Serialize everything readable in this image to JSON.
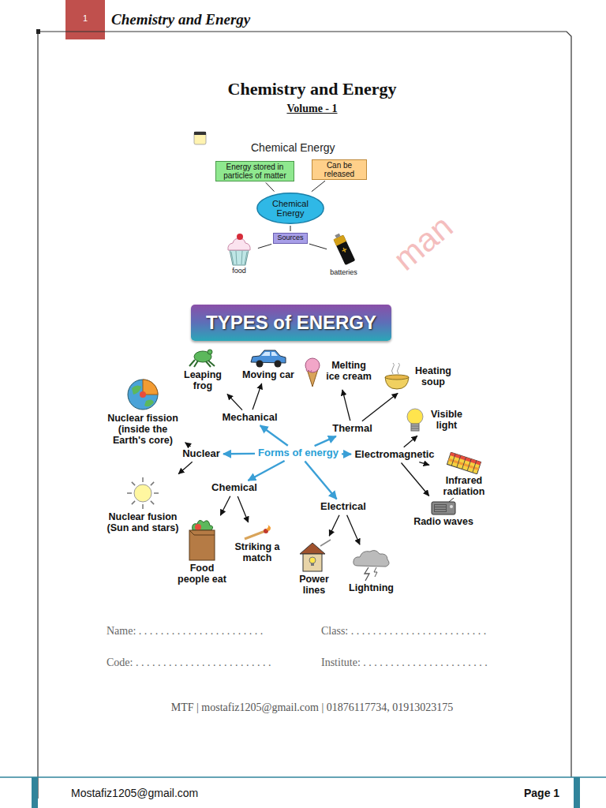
{
  "diagram": {
    "title": "Chemistry and Energy",
    "nodes": [
      {
        "text": [
          "Energy stored in particles of matter"
        ]
      },
      {
        "text": [
          "Can be released"
        ]
      },
      {
        "text": [
          "Chemical Energy"
        ]
      },
      {
        "text": [
          "Sources"
        ]
      },
      {
        "text": [
          "food"
        ]
      },
      {
        "text": [
          "batteries"
        ]
      },
      {
        "text": [
          "TYPES of ENERGY"
        ]
      },
      {
        "text": [
          "Leaping frog"
        ]
      },
      {
        "text": [
          "Moving car"
        ]
      },
      {
        "text": [
          "Melting ice cream"
        ]
      },
      {
        "text": [
          "Heating soup"
        ]
      },
      {
        "text": [
          "Nuclear fission (inside the Earth's core)"
        ]
      },
      {
        "text": [
          "Mechanical"
        ]
      },
      {
        "text": [
          "Thermal"
        ]
      },
      {
        "text": [
          "Visible light"
        ]
      },
      {
        "text": [
          "Nuclear"
        ]
      },
      {
        "text": [
          "Forms of energy"
        ]
      },
      {
        "text": [
          "Electromagnetic"
        ]
      },
      {
        "text": [
          "Infrared radiation"
        ]
      },
      {
        "text": [
          "Chemical"
        ]
      },
      {
        "text": [
          "Electrical"
        ]
      },
      {
        "text": [
          "Radio waves"
        ]
      },
      {
        "text": [
          "Nuclear fusion (Sun and stars)"
        ]
      },
      {
        "text": [
          "Food people eat"
        ]
      },
      {
        "text": [
          "Striking a match"
        ]
      },
      {
        "text": [
          "Power lines"
        ]
      },
      {
        "text": [
          "Lightning"
        ]
      }
    ],
    "edges": [
      {
        "from": 2,
        "to": 0,
        "arrow": "none"
      },
      {
        "from": 2,
        "to": 1,
        "arrow": "none"
      },
      {
        "from": 2,
        "to": 3,
        "arrow": "none"
      },
      {
        "from": 3,
        "to": 4,
        "arrow": "none"
      },
      {
        "from": 3,
        "to": 5,
        "arrow": "none"
      },
      {
        "from": 16,
        "to": 12,
        "arrow": "to"
      },
      {
        "from": 16,
        "to": 13,
        "arrow": "to"
      },
      {
        "from": 16,
        "to": 15,
        "arrow": "to"
      },
      {
        "from": 16,
        "to": 17,
        "arrow": "to"
      },
      {
        "from": 16,
        "to": 19,
        "arrow": "to"
      },
      {
        "from": 16,
        "to": 20,
        "arrow": "to"
      },
      {
        "from": 12,
        "to": 7,
        "arrow": "to"
      },
      {
        "from": 12,
        "to": 8,
        "arrow": "to"
      },
      {
        "from": 13,
        "to": 9,
        "arrow": "to"
      },
      {
        "from": 13,
        "to": 10,
        "arrow": "to"
      },
      {
        "from": 15,
        "to": 11,
        "arrow": "to"
      },
      {
        "from": 15,
        "to": 22,
        "arrow": "to"
      },
      {
        "from": 17,
        "to": 14,
        "arrow": "to"
      },
      {
        "from": 17,
        "to": 18,
        "arrow": "to"
      },
      {
        "from": 17,
        "to": 21,
        "arrow": "to"
      },
      {
        "from": 19,
        "to": 23,
        "arrow": "to"
      },
      {
        "from": 19,
        "to": 24,
        "arrow": "to"
      },
      {
        "from": 20,
        "to": 25,
        "arrow": "to"
      },
      {
        "from": 20,
        "to": 26,
        "arrow": "to"
      }
    ],
    "labels": [
      "1",
      "Chemistry and Energy",
      "Volume - 1",
      "Chemical Energy",
      "man",
      "Name: . . . . . . . . . . . . . . . . . . . . . . .",
      "Class: . . . . . . . . . . . . . . . . . . . . . . . . .",
      "Code: . . . . . . . . . . . . . . . . . . . . . . . . .",
      "Institute: . . . . . . . . . . . . . . . . . . . . . . .",
      "MTF | mostafiz1205@gmail.com | 01876117734, 01913023175",
      "Mostafiz1205@gmail.com",
      "Page 1"
    ]
  }
}
